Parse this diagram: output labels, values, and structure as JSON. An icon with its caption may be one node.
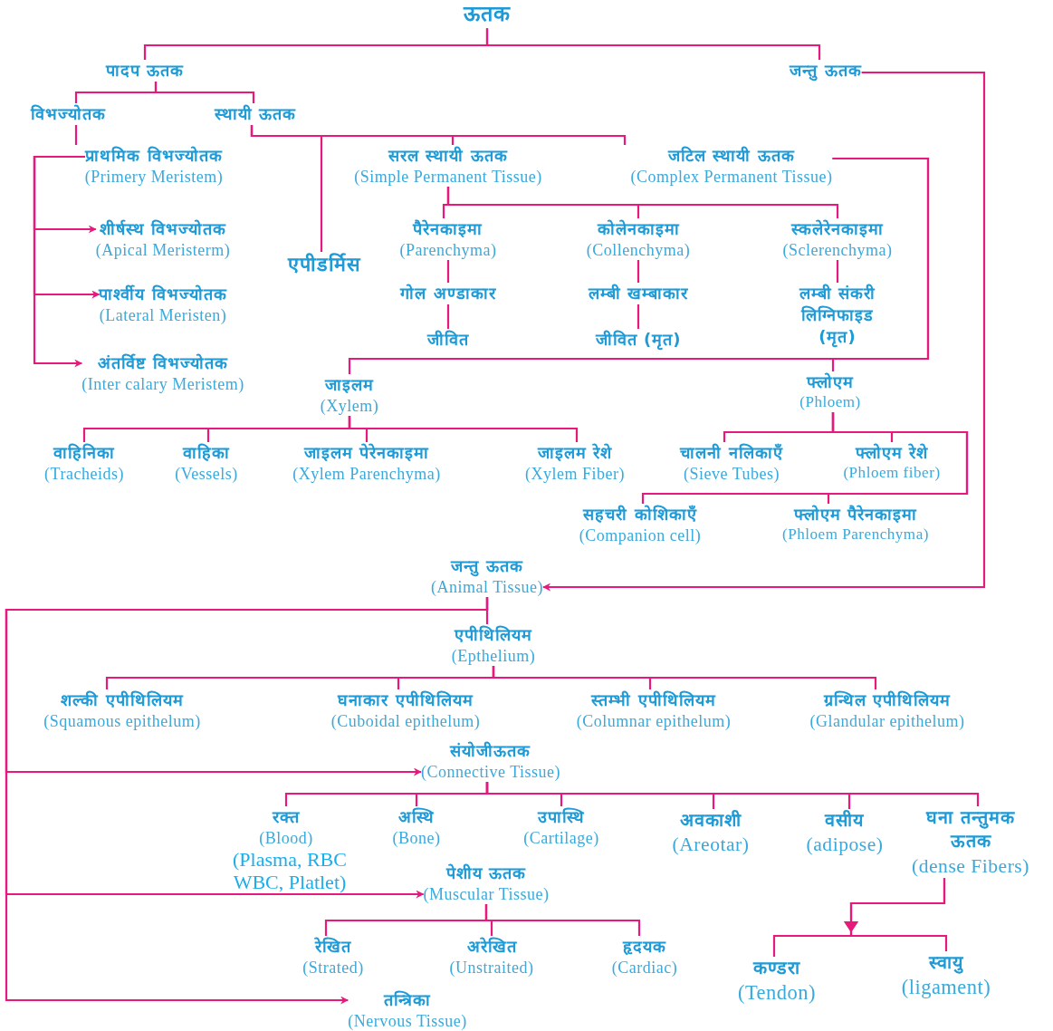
{
  "diagram": {
    "nodes": [
      {
        "text": [
          "ऊतक"
        ]
      },
      {
        "text": [
          "पादप ऊतक"
        ]
      },
      {
        "text": [
          "जन्तु ऊतक"
        ]
      },
      {
        "text": [
          "विभज्योतक"
        ]
      },
      {
        "text": [
          "स्थायी ऊतक"
        ]
      },
      {
        "text": [
          "प्राथमिक विभज्योतक",
          "(Primery Meristem)"
        ]
      },
      {
        "text": [
          "शीर्षस्थ विभज्योतक",
          "(Apical Meristerm)"
        ]
      },
      {
        "text": [
          "पार्श्वीय विभज्योतक",
          "(Lateral Meristen)"
        ]
      },
      {
        "text": [
          "अंतर्विष्ट विभज्योतक",
          "(Inter calary Meristem)"
        ]
      },
      {
        "text": [
          "एपीडर्मिस"
        ]
      },
      {
        "text": [
          "सरल स्थायी ऊतक",
          "(Simple Permanent Tissue)"
        ]
      },
      {
        "text": [
          "जटिल स्थायी ऊतक",
          "(Complex Permanent Tissue)"
        ]
      },
      {
        "text": [
          "पैरेनकाइमा",
          "(Parenchyma)"
        ]
      },
      {
        "text": [
          "कोलेनकाइमा",
          "(Collenchyma)"
        ]
      },
      {
        "text": [
          "स्कलेरेनकाइमा",
          "(Sclerenchyma)"
        ]
      },
      {
        "text": [
          "गोल अण्डाकार"
        ]
      },
      {
        "text": [
          "लम्बी खम्बाकार"
        ]
      },
      {
        "text": [
          "लम्बी संकरी लिग्निफाइड (मृत)"
        ]
      },
      {
        "text": [
          "जीवित"
        ]
      },
      {
        "text": [
          "जीवित (मृत)"
        ]
      },
      {
        "text": [
          "जाइलम",
          "(Xylem)"
        ]
      },
      {
        "text": [
          "फ्लोएम",
          "(Phloem)"
        ]
      },
      {
        "text": [
          "वाहिनिका",
          "(Tracheids)"
        ]
      },
      {
        "text": [
          "वाहिका",
          "(Vessels)"
        ]
      },
      {
        "text": [
          "जाइलम पेरेनकाइमा",
          "(Xylem Parenchyma)"
        ]
      },
      {
        "text": [
          "जाइलम रेशे",
          "(Xylem Fiber)"
        ]
      },
      {
        "text": [
          "चालनी नलिकाएँ",
          "(Sieve Tubes)"
        ]
      },
      {
        "text": [
          "फ्लोएम रेशे",
          "(Phloem fiber)"
        ]
      },
      {
        "text": [
          "सहचरी कोशिकाएँ",
          "(Companion cell)"
        ]
      },
      {
        "text": [
          "फ्लोएम पैरेनकाइमा",
          "(Phloem Parenchyma)"
        ]
      },
      {
        "text": [
          "जन्तु ऊतक",
          "(Animal Tissue)"
        ]
      },
      {
        "text": [
          "एपीथिलियम",
          "(Epthelium)"
        ]
      },
      {
        "text": [
          "शल्की एपीथिलियम",
          "(Squamous epithelum)"
        ]
      },
      {
        "text": [
          "घनाकार एपीथिलियम",
          "(Cuboidal epithelum)"
        ]
      },
      {
        "text": [
          "स्तम्भी एपीथिलियम",
          "(Columnar epithelum)"
        ]
      },
      {
        "text": [
          "ग्रन्थिल एपीथिलियम",
          "(Glandular epithelum)"
        ]
      },
      {
        "text": [
          "संयोजीऊतक",
          "(Connective Tissue)"
        ]
      },
      {
        "text": [
          "रक्त",
          "(Blood)"
        ],
        "beside": [
          "(Plasma, RBC WBC, Platlet)"
        ]
      },
      {
        "text": [
          "अस्थि",
          "(Bone)"
        ]
      },
      {
        "text": [
          "उपास्थि",
          "(Cartilage)"
        ]
      },
      {
        "text": [
          "अवकाशी",
          "(Areotar)"
        ]
      },
      {
        "text": [
          "वसीय",
          "(adipose)"
        ]
      },
      {
        "text": [
          "घना तन्तुमक ऊतक",
          "(dense Fibers)"
        ]
      },
      {
        "text": [
          "पेशीय ऊतक",
          "(Muscular Tissue)"
        ]
      },
      {
        "text": [
          "रेखित",
          "(Strated)"
        ]
      },
      {
        "text": [
          "अरेखित",
          "(Unstraited)"
        ]
      },
      {
        "text": [
          "हृदयक",
          "(Cardiac)"
        ]
      },
      {
        "text": [
          "तन्त्रिका",
          "(Nervous Tissue)"
        ]
      },
      {
        "text": [
          "कण्डरा",
          "(Tendon)"
        ]
      },
      {
        "text": [
          "स्वायु",
          "(ligament)"
        ]
      }
    ],
    "edges": [
      {
        "from": 0,
        "to": 1,
        "arrow": "none"
      },
      {
        "from": 0,
        "to": 2,
        "arrow": "none"
      },
      {
        "from": 1,
        "to": 3,
        "arrow": "none"
      },
      {
        "from": 1,
        "to": 4,
        "arrow": "none"
      },
      {
        "from": 3,
        "to": 5,
        "arrow": "none"
      },
      {
        "from": 5,
        "to": 6,
        "arrow": "to"
      },
      {
        "from": 5,
        "to": 7,
        "arrow": "to"
      },
      {
        "from": 5,
        "to": 8,
        "arrow": "to"
      },
      {
        "from": 4,
        "to": 9,
        "arrow": "none"
      },
      {
        "from": 4,
        "to": 10,
        "arrow": "none"
      },
      {
        "from": 4,
        "to": 11,
        "arrow": "none"
      },
      {
        "from": 10,
        "to": 12,
        "arrow": "none"
      },
      {
        "from": 10,
        "to": 13,
        "arrow": "none"
      },
      {
        "from": 10,
        "to": 14,
        "arrow": "none"
      },
      {
        "from": 12,
        "to": 15,
        "arrow": "none"
      },
      {
        "from": 15,
        "to": 18,
        "arrow": "none"
      },
      {
        "from": 13,
        "to": 16,
        "arrow": "none"
      },
      {
        "from": 16,
        "to": 19,
        "arrow": "none"
      },
      {
        "from": 14,
        "to": 17,
        "arrow": "none"
      },
      {
        "from": 11,
        "to": 20,
        "arrow": "none"
      },
      {
        "from": 11,
        "to": 21,
        "arrow": "none"
      },
      {
        "from": 20,
        "to": 22,
        "arrow": "none"
      },
      {
        "from": 20,
        "to": 23,
        "arrow": "none"
      },
      {
        "from": 20,
        "to": 24,
        "arrow": "none"
      },
      {
        "from": 20,
        "to": 25,
        "arrow": "none"
      },
      {
        "from": 21,
        "to": 26,
        "arrow": "none"
      },
      {
        "from": 21,
        "to": 27,
        "arrow": "none"
      },
      {
        "from": 21,
        "to": 28,
        "arrow": "none"
      },
      {
        "from": 21,
        "to": 29,
        "arrow": "none"
      },
      {
        "from": 2,
        "to": 30,
        "arrow": "to"
      },
      {
        "from": 30,
        "to": 31,
        "arrow": "none"
      },
      {
        "from": 30,
        "to": 36,
        "arrow": "to"
      },
      {
        "from": 30,
        "to": 43,
        "arrow": "to"
      },
      {
        "from": 30,
        "to": 47,
        "arrow": "to"
      },
      {
        "from": 31,
        "to": 32,
        "arrow": "none"
      },
      {
        "from": 31,
        "to": 33,
        "arrow": "none"
      },
      {
        "from": 31,
        "to": 34,
        "arrow": "none"
      },
      {
        "from": 31,
        "to": 35,
        "arrow": "none"
      },
      {
        "from": 36,
        "to": 37,
        "arrow": "none"
      },
      {
        "from": 36,
        "to": 38,
        "arrow": "none"
      },
      {
        "from": 36,
        "to": 39,
        "arrow": "none"
      },
      {
        "from": 36,
        "to": 40,
        "arrow": "none"
      },
      {
        "from": 36,
        "to": 41,
        "arrow": "none"
      },
      {
        "from": 36,
        "to": 42,
        "arrow": "none"
      },
      {
        "from": 43,
        "to": 44,
        "arrow": "none"
      },
      {
        "from": 43,
        "to": 45,
        "arrow": "none"
      },
      {
        "from": 43,
        "to": 46,
        "arrow": "none"
      },
      {
        "from": 42,
        "to": 48,
        "arrow": "to"
      },
      {
        "from": 42,
        "to": 49,
        "arrow": "to"
      }
    ]
  }
}
